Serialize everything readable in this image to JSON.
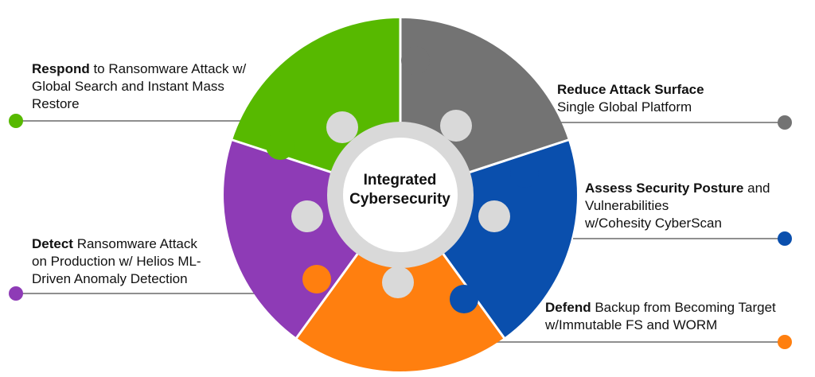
{
  "center": {
    "line1": "Integrated",
    "line2": "Cybersecurity"
  },
  "colors": {
    "respond": "#57b900",
    "reduce": "#737373",
    "assess": "#0a4fad",
    "defend": "#ff7f0f",
    "detect": "#8e3bb6",
    "ring": "#d9d9d9",
    "line": "#8f8f8f"
  },
  "pillars": {
    "respond": {
      "bold": "Respond",
      "line1_rest": " to Ransomware Attack w/",
      "line2": "Global Search and Instant Mass",
      "line3": "Restore"
    },
    "reduce": {
      "bold": "Reduce Attack Surface",
      "line2": "Single Global Platform"
    },
    "assess": {
      "bold": "Assess Security Posture",
      "line1_rest": " and",
      "line2": "Vulnerabilities",
      "line3": "w/Cohesity CyberScan"
    },
    "detect": {
      "bold": "Detect",
      "line1_rest": " Ransomware Attack",
      "line2": "on Production w/ Helios ML-",
      "line3": "Driven Anomaly Detection"
    },
    "defend": {
      "bold": "Defend",
      "line1_rest": " Backup from Becoming Target",
      "line2": "w/Immutable FS and WORM"
    }
  }
}
